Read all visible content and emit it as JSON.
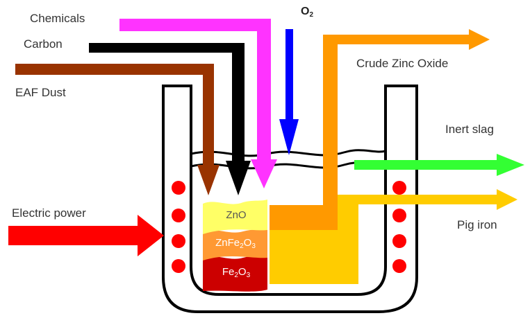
{
  "inputs": {
    "chemicals": "Chemicals",
    "carbon": "Carbon",
    "eaf_dust": "EAF Dust",
    "oxygen_base": "O",
    "oxygen_sub": "2",
    "electric_power": "Electric power"
  },
  "outputs": {
    "crude_zinc_oxide": "Crude Zinc Oxide",
    "inert_slag": "Inert slag",
    "pig_iron": "Pig iron"
  },
  "layers": {
    "zno": "ZnO",
    "znfe_a": "ZnFe",
    "znfe_sub1": "2",
    "znfe_b": "O",
    "znfe_sub2": "3",
    "fe_a": "Fe",
    "fe_sub1": "2",
    "fe_b": "O",
    "fe_sub2": "3"
  },
  "colors": {
    "chemicals": "#ff33ff",
    "carbon": "#000000",
    "eaf_dust": "#993300",
    "oxygen": "#0000ff",
    "electric_power": "#ff0000",
    "crude_zinc_oxide": "#ff9900",
    "inert_slag": "#33ff33",
    "pig_iron": "#ffcc00",
    "zno_layer": "#ffff66",
    "znfe_layer": "#ff9933",
    "fe_layer": "#cc0000",
    "heating_elements": "#ff0000"
  }
}
